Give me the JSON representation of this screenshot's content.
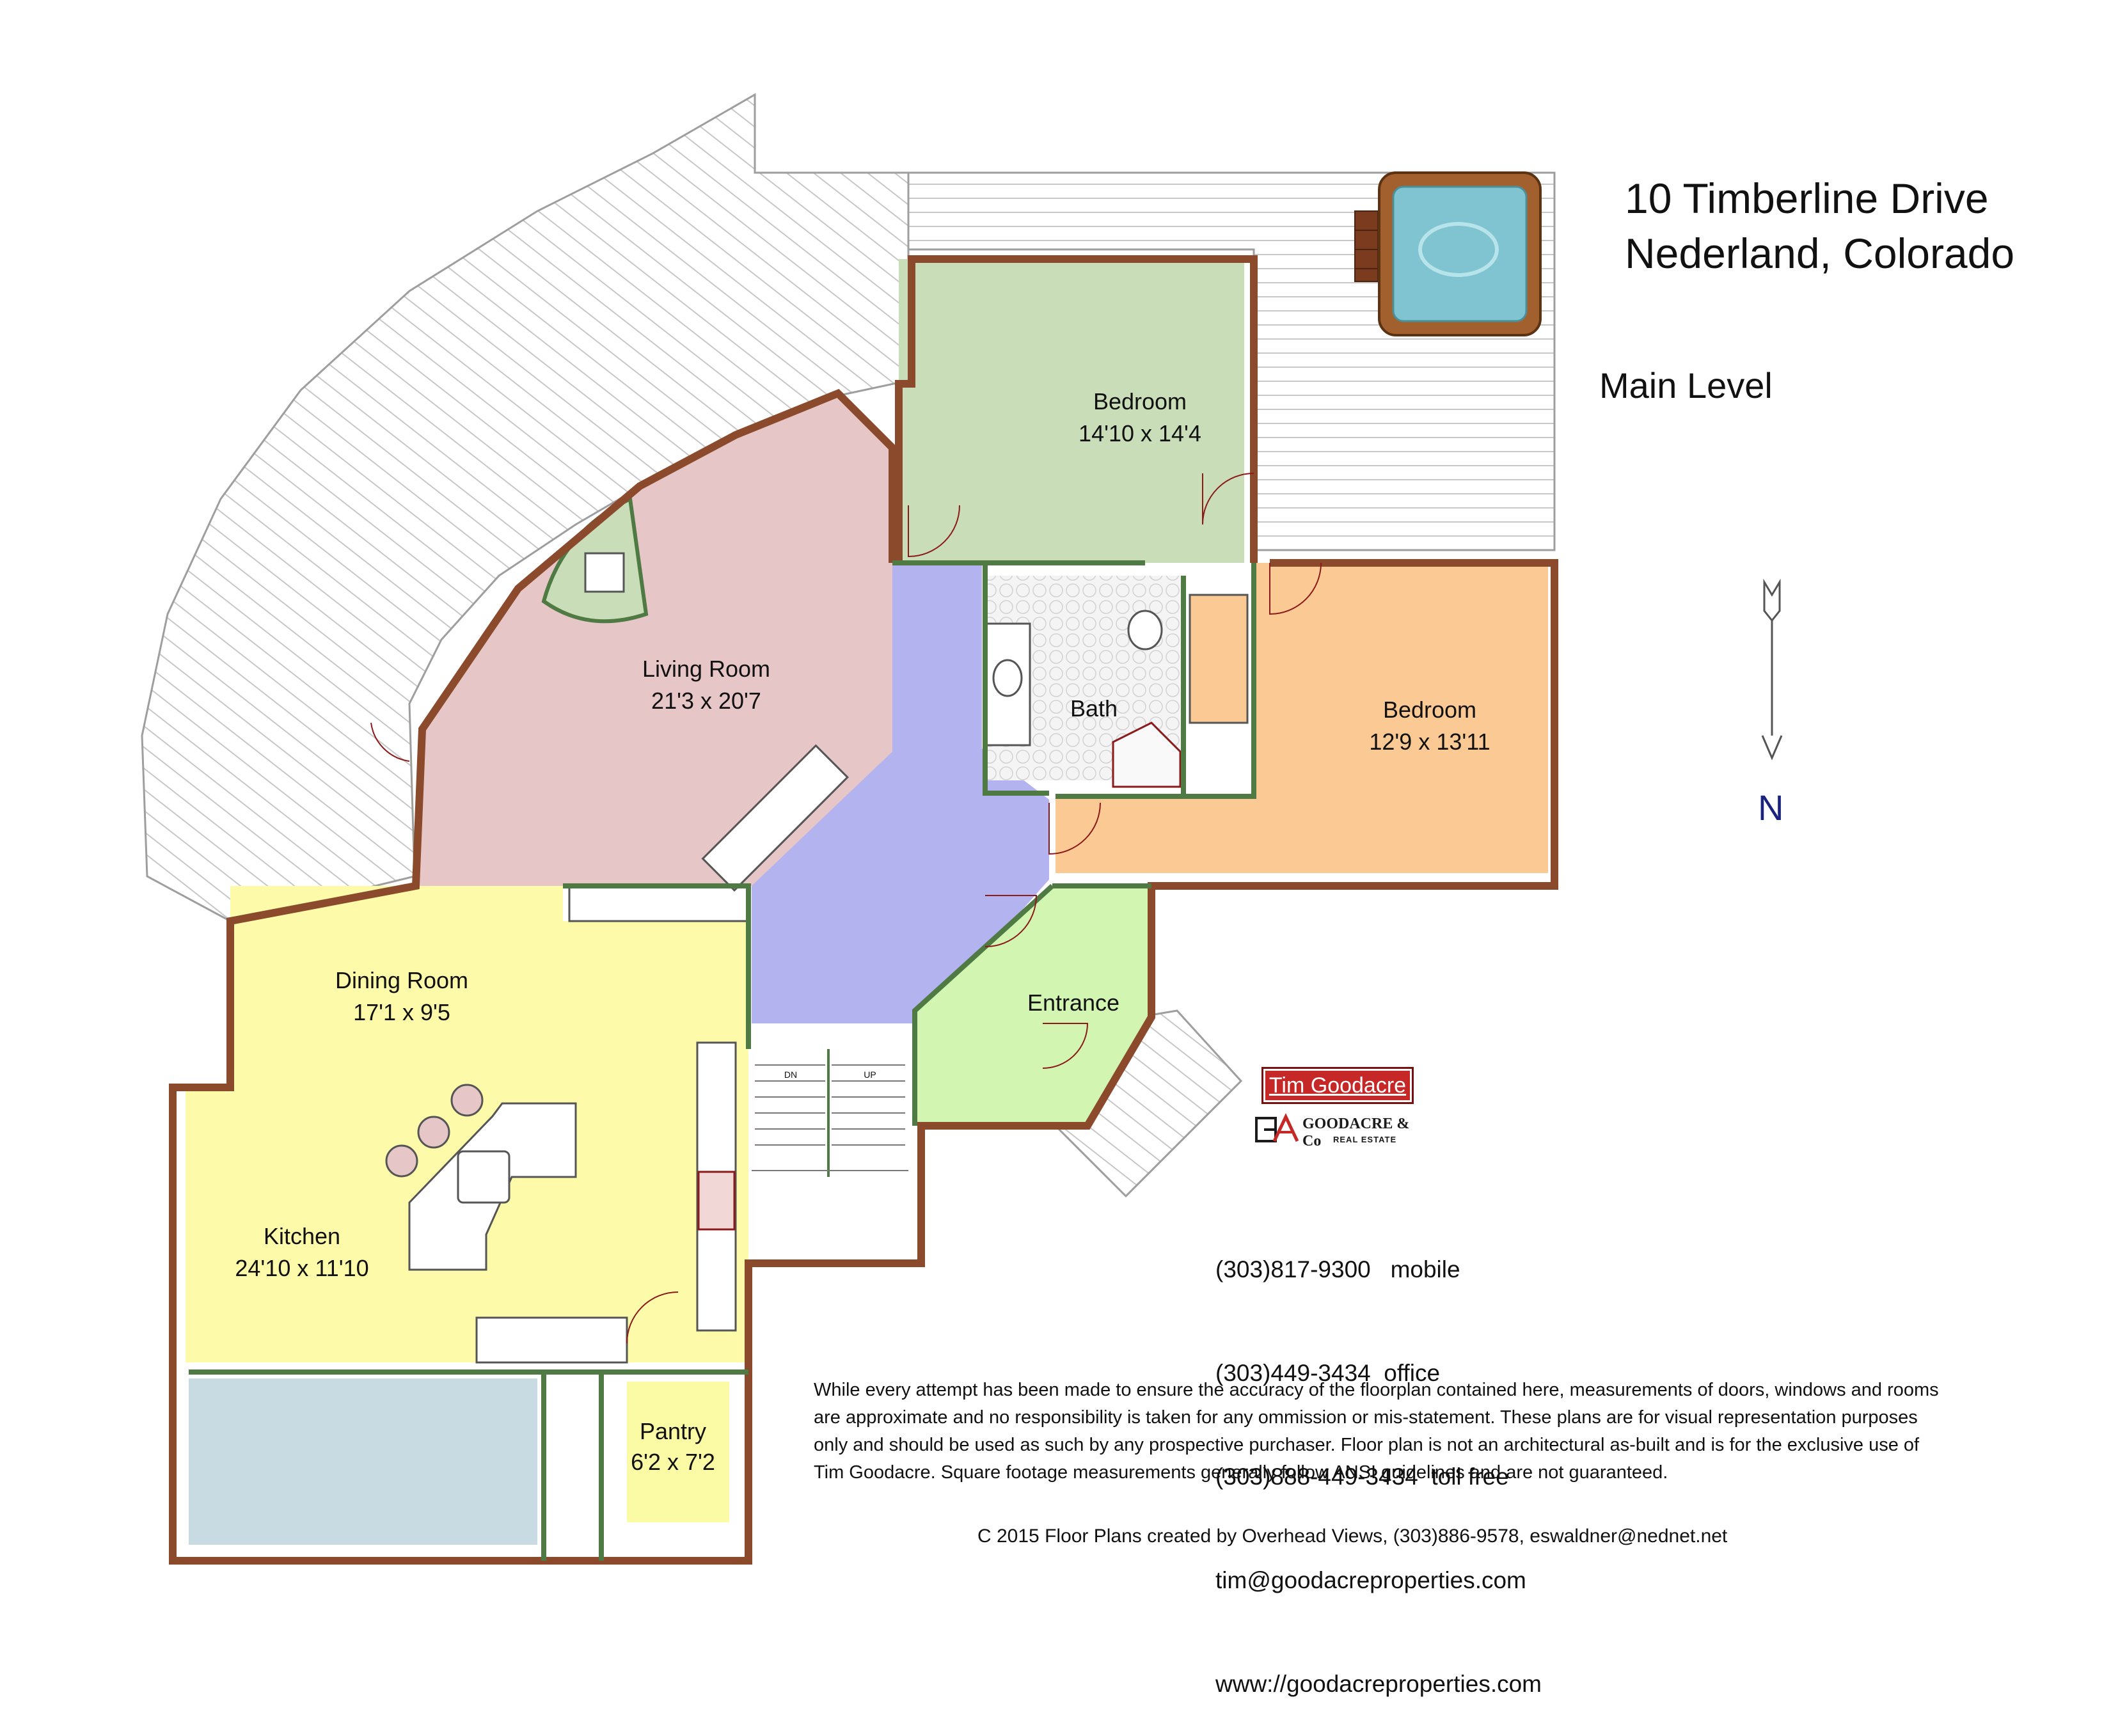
{
  "header": {
    "address_line1": "10 Timberline Drive",
    "address_line2": "Nederland, Colorado",
    "level": "Main Level"
  },
  "compass": {
    "north_label": "N",
    "icon": "north-arrow-icon"
  },
  "rooms": {
    "bedroom_north": {
      "name": "Bedroom",
      "size": "14'10 x 14'4"
    },
    "living_room": {
      "name": "Living Room",
      "size": "21'3 x 20'7"
    },
    "bath": {
      "name": "Bath"
    },
    "bedroom_east": {
      "name": "Bedroom",
      "size": "12'9 x 13'11"
    },
    "dining_room": {
      "name": "Dining Room",
      "size": "17'1 x 9'5"
    },
    "entrance": {
      "name": "Entrance"
    },
    "kitchen": {
      "name": "Kitchen",
      "size": "24'10 x 11'10"
    },
    "pantry": {
      "name": "Pantry",
      "size": "6'2 x 7'2"
    }
  },
  "stairs": {
    "down_label": "DN",
    "up_label": "UP"
  },
  "agent": {
    "name": "Tim Goodacre",
    "brokerage": "GOODACRE & Co",
    "brokerage_sub": "REAL ESTATE",
    "logo_text": "GA"
  },
  "contact": {
    "mobile": "(303)817-9300   mobile",
    "office": "(303)449-3434  office",
    "tollfree": "(303)888-449-3434  toll free",
    "email": "tim@goodacreproperties.com",
    "website": "www://goodacreproperties.com"
  },
  "disclaimer": "While every attempt has been made to ensure the accuracy of the floorplan contained here, measurements of doors, windows and rooms are approximate and no responsibility is taken for any ommission or mis-statement.  These plans are for visual representation purposes only and should be used as such by any prospective purchaser. Floor plan is not an architectural as-built and is for the exclusive use of Tim Goodacre.  Square footage measurements generally follow ANSI guidelines and are not guaranteed.",
  "credit": "C 2015 Floor Plans created by Overhead Views, (303)886-9578, eswaldner@nednet.net",
  "colors": {
    "deck": "#ffffff",
    "deck_line": "#bdbdbd",
    "wall_outer": "#8b4a2b",
    "wall_inner": "#4f7a43",
    "bedroom_north": "#c9ddb8",
    "living_room": "#e6c6c6",
    "hall": "#b3b3f0",
    "bath_floor": "#f2f2f2",
    "bedroom_east": "#fbc994",
    "dining_kitchen": "#fdfba9",
    "entrance": "#d2f5b1",
    "pantry": "#fbfaa5",
    "sunroom": "#c8dbe3",
    "hot_tub_water": "#7fc4d0",
    "badge": "#c62828"
  }
}
